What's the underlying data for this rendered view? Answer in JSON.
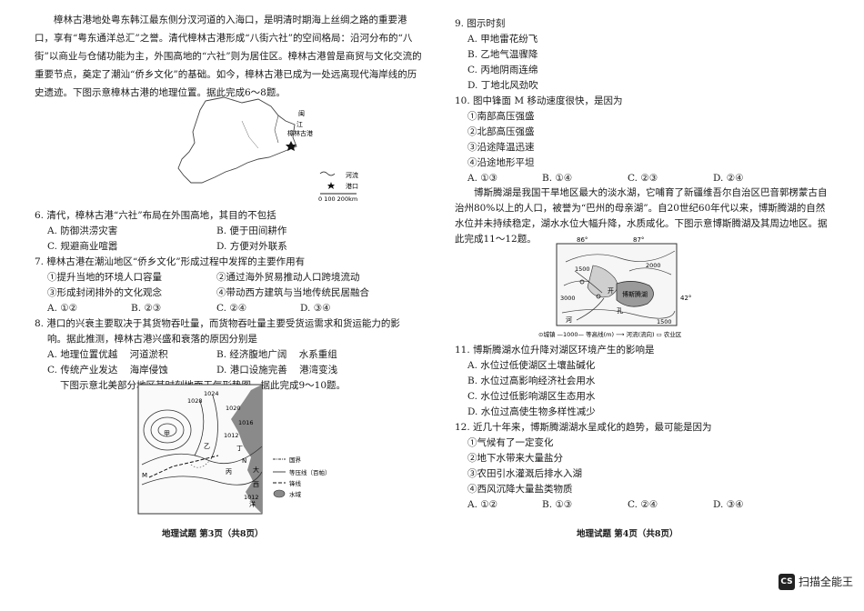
{
  "left_page": {
    "intro": "樟林古港地处粤东韩江最东侧分汊河道的入海口，是明清时期海上丝绸之路的重要港口，享有“粤东通洋总汇”之誉。清代樟林古港形成“八街六社”的空间格局：沿河分布的“八街”以商业与仓储功能为主，外围高地的“六社”则为居住区。樟林古港曾是商贸与文化交流的重要节点，奠定了潮汕“侨乡文化”的基础。如今，樟林古港已成为一处远离现代海岸线的历史遗迹。下图示意樟林古港的地理位置。据此完成6～8题。",
    "map1": {
      "label_min": "闽",
      "label_river_jiang": "江",
      "label_port": "樟林古港",
      "legend_river": "河流",
      "legend_port": "港口",
      "scale_labels": "0  100  200km"
    },
    "q6": {
      "stem": "6. 清代，樟林古港“六社”布局在外围高地，其目的不包括",
      "A": "A. 防御洪涝灾害",
      "B": "B. 便于田间耕作",
      "C": "C. 规避商业喧嚣",
      "D": "D. 方便对外联系"
    },
    "q7": {
      "stem": "7. 樟林古港在潮汕地区“侨乡文化”形成过程中发挥的主要作用有",
      "o1": "①提升当地的环境人口容量",
      "o2": "②通过海外贸易推动人口跨境流动",
      "o3": "③形成封闭排外的文化观念",
      "o4": "④带动西方建筑与当地传统民居融合",
      "A": "A. ①②",
      "B": "B. ②③",
      "C": "C. ②④",
      "D": "D. ③④"
    },
    "q8": {
      "stem1": "8. 港口的兴衰主要取决于其货物吞吐量，而货物吞吐量主要受货运需求和货运能力的影",
      "stem2": "响。据此推测，樟林古港兴盛和衰落的原因分别是",
      "A": "A. 地理位置优越    河道淤积",
      "B": "B. 经济腹地广阔    水系重组",
      "C": "C. 传统产业发达    海岸侵蚀",
      "D": "D. 港口设施完善    港湾变浅"
    },
    "weather_intro": "下图示意北美部分地区某时刻地面天气形势图。据此完成9～10题。",
    "map2": {
      "iso_1028": "1028",
      "iso_1024": "1024",
      "iso_1020": "1020",
      "iso_1016": "1016",
      "iso_1012": "1012",
      "iso_1012b": "1012",
      "label_jia": "甲",
      "label_yi": "乙",
      "label_bing": "丙",
      "label_ding": "丁",
      "label_m": "M",
      "label_n": "N",
      "ocean_1": "大",
      "ocean_2": "西",
      "ocean_3": "洋",
      "legend_border": "国界",
      "legend_isobar": "等压线（百帕）",
      "legend_front": "锋线",
      "legend_water": "水域"
    },
    "footer": "地理试题 第3页（共8页）"
  },
  "right_page": {
    "q9": {
      "stem": "9. 图示时刻",
      "A": "A. 甲地雷花纷飞",
      "B": "B. 乙地气温骤降",
      "C": "C. 丙地阴雨连绵",
      "D": "D. 丁地北风劲吹"
    },
    "q10": {
      "stem": "10. 图中锋面 M 移动速度很快，是因为",
      "o1": "①南部高压强盛",
      "o2": "②北部高压强盛",
      "o3": "③沿途降温迅速",
      "o4": "④沿途地形平坦",
      "A": "A. ①③",
      "B": "B. ①④",
      "C": "C. ②③",
      "D": "D. ②④"
    },
    "intro2": "博斯腾湖是我国干旱地区最大的淡水湖，它哺育了新疆维吾尔自治区巴音郭楞蒙古自治州80%以上的人口，被誉为“巴州的母亲湖”。自20世纪60年代以来，博斯腾湖的自然水位并未持续稳定，湖水水位大幅升降，水质咸化。下图示意博斯腾湖及其周边地区。据此完成11～12题。",
    "map3": {
      "lon_86": "86°",
      "lon_87": "87°",
      "lat_42": "42°",
      "contour_1500a": "1500",
      "contour_2000": "2000",
      "contour_1500b": "1500",
      "contour_3000": "3000",
      "lake_name": "博斯腾湖",
      "river_he": "河",
      "river_kai": "开",
      "river_kong": "孔",
      "legend": "⊙城镇   —1000— 等高线(m)   ⟶ 河流(流向)   ▭ 农业区"
    },
    "q11": {
      "stem": "11. 博斯腾湖水位升降对湖区环境产生的影响是",
      "A": "A. 水位过低使湖区土壤盐碱化",
      "B": "B. 水位过高影响经济社会用水",
      "C": "C. 水位过低影响湖区生态用水",
      "D": "D. 水位过高使生物多样性减少"
    },
    "q12": {
      "stem": "12. 近几十年来，博斯腾湖湖水呈咸化的趋势，最可能是因为",
      "o1": "①气候有了一定变化",
      "o2": "②地下水带来大量盐分",
      "o3": "③农田引水灌溉后排水入湖",
      "o4": "④西风沉降大量盐类物质",
      "A": "A. ①②",
      "B": "B. ①③",
      "C": "C. ②④",
      "D": "D. ③④"
    },
    "footer": "地理试题 第4页（共8页）"
  },
  "watermark": {
    "logo": "CS",
    "text": "扫描全能王"
  }
}
